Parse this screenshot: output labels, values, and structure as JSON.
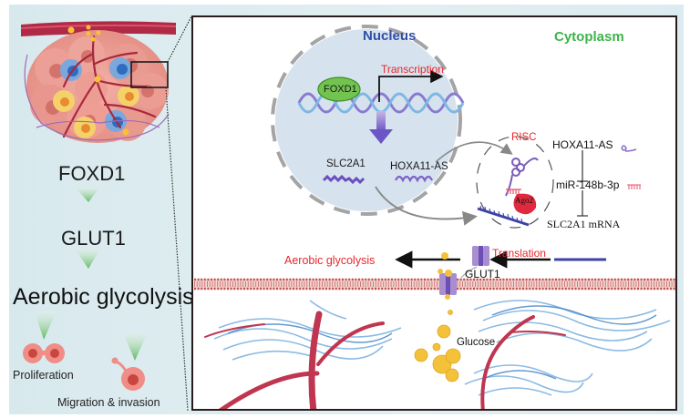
{
  "figure": {
    "left_pathway": {
      "steps": [
        "FOXD1",
        "GLUT1",
        "Aerobic glycolysis"
      ],
      "outcomes": [
        "Proliferation",
        "Migration & invasion"
      ]
    },
    "compartments": {
      "nucleus": "Nucleus",
      "cytoplasm": "Cytoplasm"
    },
    "nucleus": {
      "transcription_factor": "FOXD1",
      "process": "Transcription",
      "transcripts": [
        "SLC2A1",
        "HOXA11-AS"
      ]
    },
    "risc": {
      "label": "RISC",
      "protein": "Ago2",
      "axis": [
        "HOXA11-AS",
        "miR-148b-3p",
        "SLC2A1 mRNA"
      ]
    },
    "membrane": {
      "process": "Translation",
      "transporter": "GLUT1",
      "outcome": "Aerobic glycolysis",
      "substrate": "Glucose"
    },
    "colors": {
      "nucleus_label": "#2f4ea8",
      "cytoplasm_label": "#3cb449",
      "process_text": "#e8262c",
      "foxd1_fill": "#6cc04a",
      "rna_purple": "#6a4fbf",
      "mirna_red": "#e8506a",
      "membrane_red": "#c0504d",
      "glucose_yellow": "#f3c23a",
      "vessel_red": "#c0354f",
      "fiber_blue": "#5b9bd5",
      "arrow_green": "#6bbf6b"
    }
  }
}
